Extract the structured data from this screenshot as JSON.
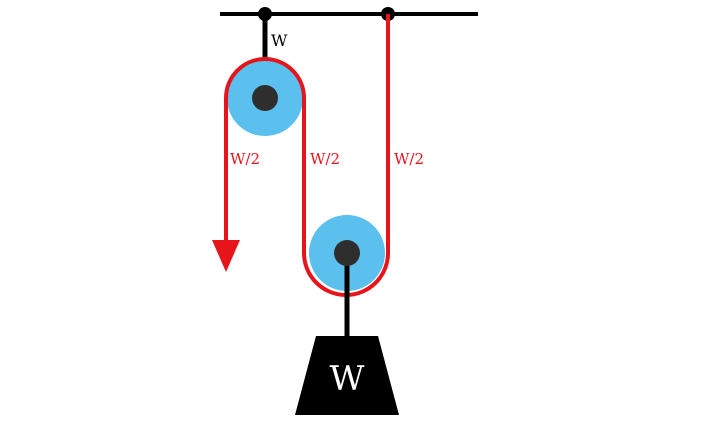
{
  "labels": {
    "anchor_tension": "W",
    "free_end_tension": "W/2",
    "middle_segment_tension": "W/2",
    "right_segment_tension": "W/2",
    "load": "W"
  },
  "colors": {
    "rope": "#e8141c",
    "pulley": "#5bc0ee",
    "axle": "#2e2e2e",
    "structure": "#000000",
    "label_force": "#e8141c",
    "label_load": "#ffffff",
    "background": "#ffffff"
  }
}
